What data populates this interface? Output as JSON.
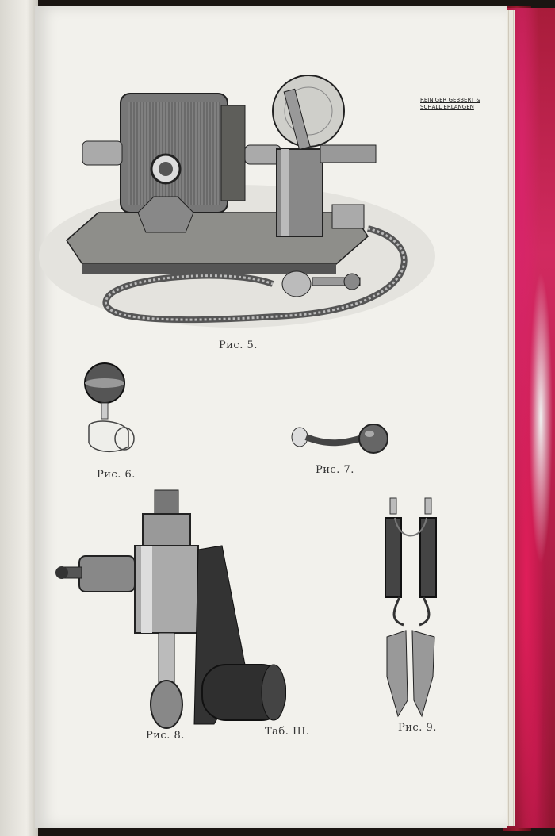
{
  "captions": {
    "fig5": "Рис. 5.",
    "fig6": "Рис. 6.",
    "fig7": "Рис. 7.",
    "fig8": "Рис. 8.",
    "fig9": "Рис. 9.",
    "table": "Таб. III."
  },
  "maker_stamp": {
    "line1": "REINIGER GEBBERT &",
    "line2": "SCHALL ERLANGEN"
  }
}
